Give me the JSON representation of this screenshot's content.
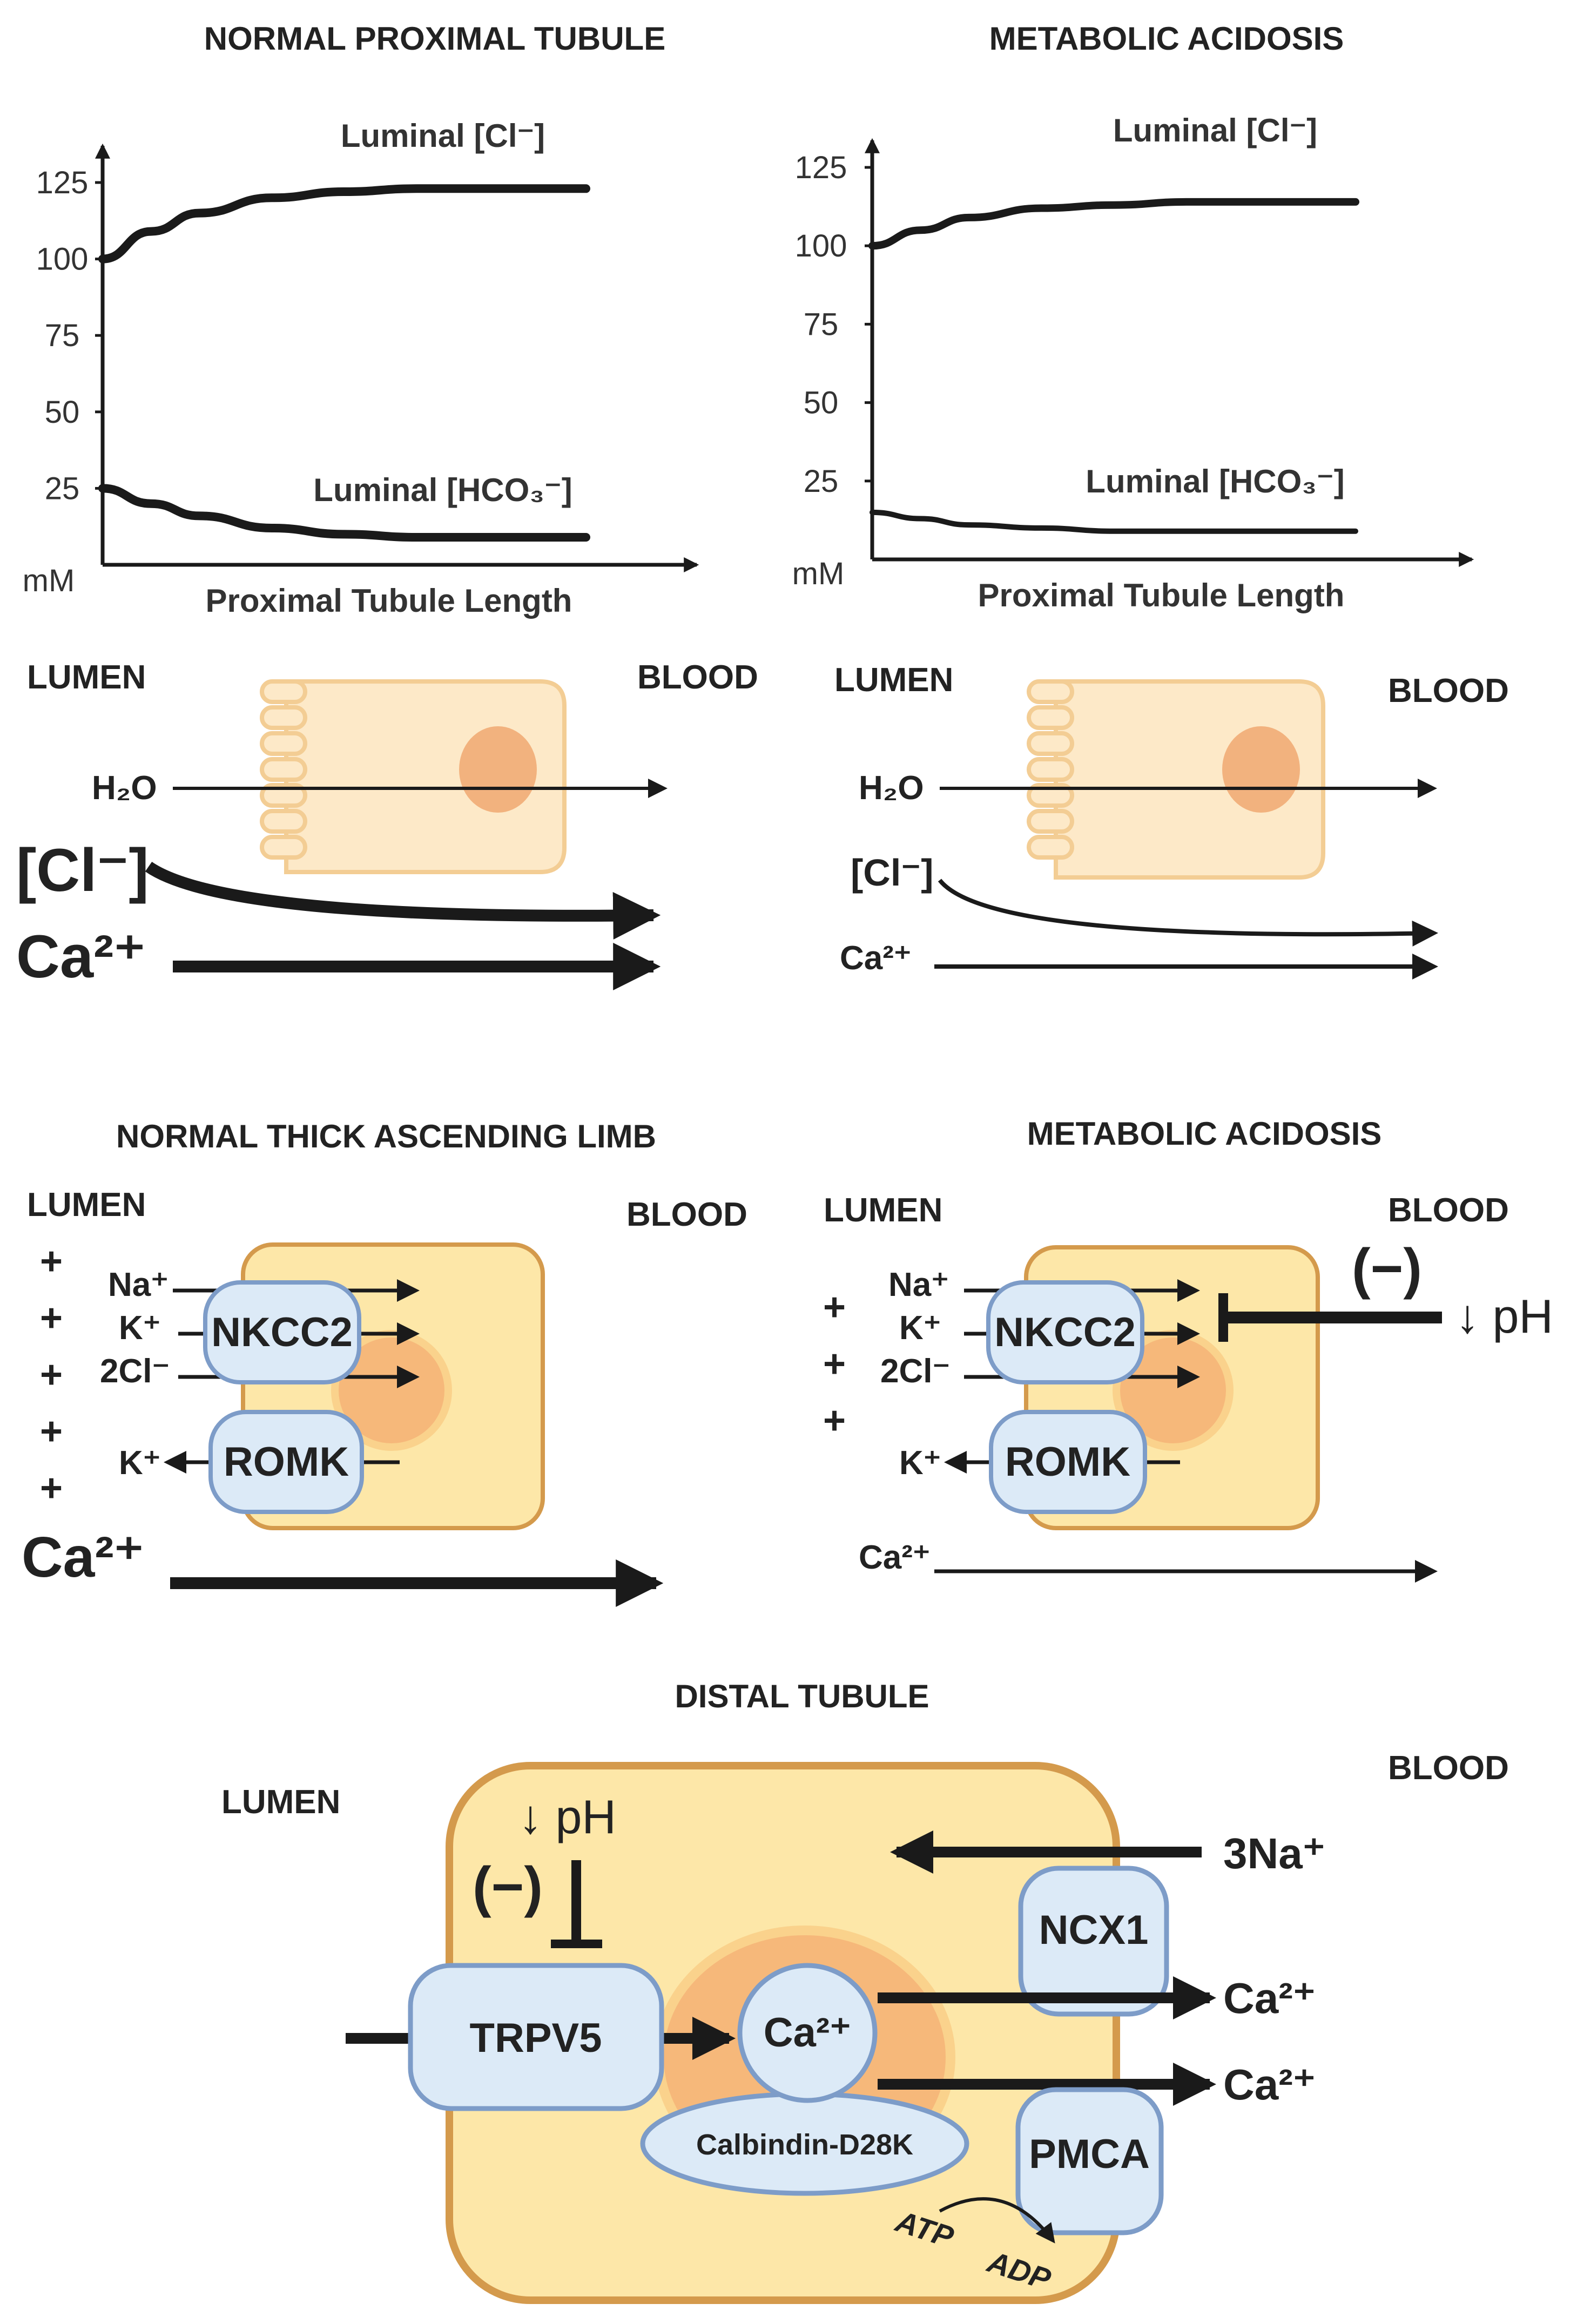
{
  "panels": {
    "pt_normal": {
      "title": "NORMAL PROXIMAL TUBULE"
    },
    "pt_acidosis": {
      "title": "METABOLIC ACIDOSIS"
    },
    "tal_normal": {
      "title": "NORMAL THICK ASCENDING LIMB"
    },
    "tal_acidosis": {
      "title": "METABOLIC ACIDOSIS"
    },
    "distal": {
      "title": "DISTAL TUBULE"
    }
  },
  "chart_data": [
    {
      "type": "line",
      "title": "NORMAL PROXIMAL TUBULE",
      "xlabel": "Proximal Tubule Length",
      "ylabel": "mM",
      "yticks": [
        25,
        50,
        75,
        100,
        125
      ],
      "ylim": [
        0,
        140
      ],
      "xlim": [
        0,
        1
      ],
      "series": [
        {
          "name": "Luminal [Cl-]",
          "x": [
            0,
            0.1,
            0.2,
            0.35,
            0.5,
            0.65,
            0.8,
            1.0
          ],
          "y": [
            100,
            109,
            115,
            120,
            122,
            123,
            123,
            123
          ]
        },
        {
          "name": "Luminal [HCO3-]",
          "x": [
            0,
            0.1,
            0.2,
            0.35,
            0.5,
            0.65,
            0.8,
            1.0
          ],
          "y": [
            25,
            20,
            16,
            12,
            10,
            9,
            9,
            9
          ]
        }
      ]
    },
    {
      "type": "line",
      "title": "METABOLIC ACIDOSIS",
      "xlabel": "Proximal Tubule Length",
      "ylabel": "mM",
      "yticks": [
        25,
        50,
        75,
        100,
        125
      ],
      "ylim": [
        0,
        140
      ],
      "xlim": [
        0,
        1
      ],
      "series": [
        {
          "name": "Luminal [Cl-]",
          "x": [
            0,
            0.1,
            0.2,
            0.35,
            0.5,
            0.65,
            0.8,
            1.0
          ],
          "y": [
            100,
            105,
            109,
            112,
            113,
            114,
            114,
            114
          ]
        },
        {
          "name": "Luminal [HCO3-]",
          "x": [
            0,
            0.1,
            0.2,
            0.35,
            0.5,
            0.65,
            0.8,
            1.0
          ],
          "y": [
            15,
            13,
            11,
            10,
            9,
            9,
            9,
            9
          ]
        }
      ]
    }
  ],
  "labels": {
    "lumen": "LUMEN",
    "blood": "BLOOD",
    "h2o": "H₂O",
    "cl": "[Cl⁻]",
    "cl_small": "[Cl⁻]",
    "ca": "Ca²⁺",
    "na": "Na⁺",
    "k": "K⁺",
    "twocl": "2Cl⁻",
    "plus": "+",
    "inhib": "(−)",
    "ph": "↓ pH",
    "three_na": "3Na⁺",
    "atp": "ATP",
    "adp": "ADP",
    "cl_series": "Luminal [Cl⁻]",
    "hco3_series": "Luminal [HCO₃⁻]"
  },
  "proteins": {
    "nkcc2": "NKCC2",
    "romk": "ROMK",
    "trpv5": "TRPV5",
    "ncx1": "NCX1",
    "pmca": "PMCA",
    "calbindin": "Calbindin-D28K"
  },
  "colors": {
    "cell_fill": "#FDE9C8",
    "cell_stroke": "#F3CD94",
    "nucleus": "#F2B27E",
    "tal_cell_fill": "#FDE7A8",
    "tal_cell_stroke": "#D49A4C",
    "protein_fill": "#DCEAF7",
    "protein_stroke": "#7D9CC8",
    "arrow": "#1a1a1a"
  }
}
